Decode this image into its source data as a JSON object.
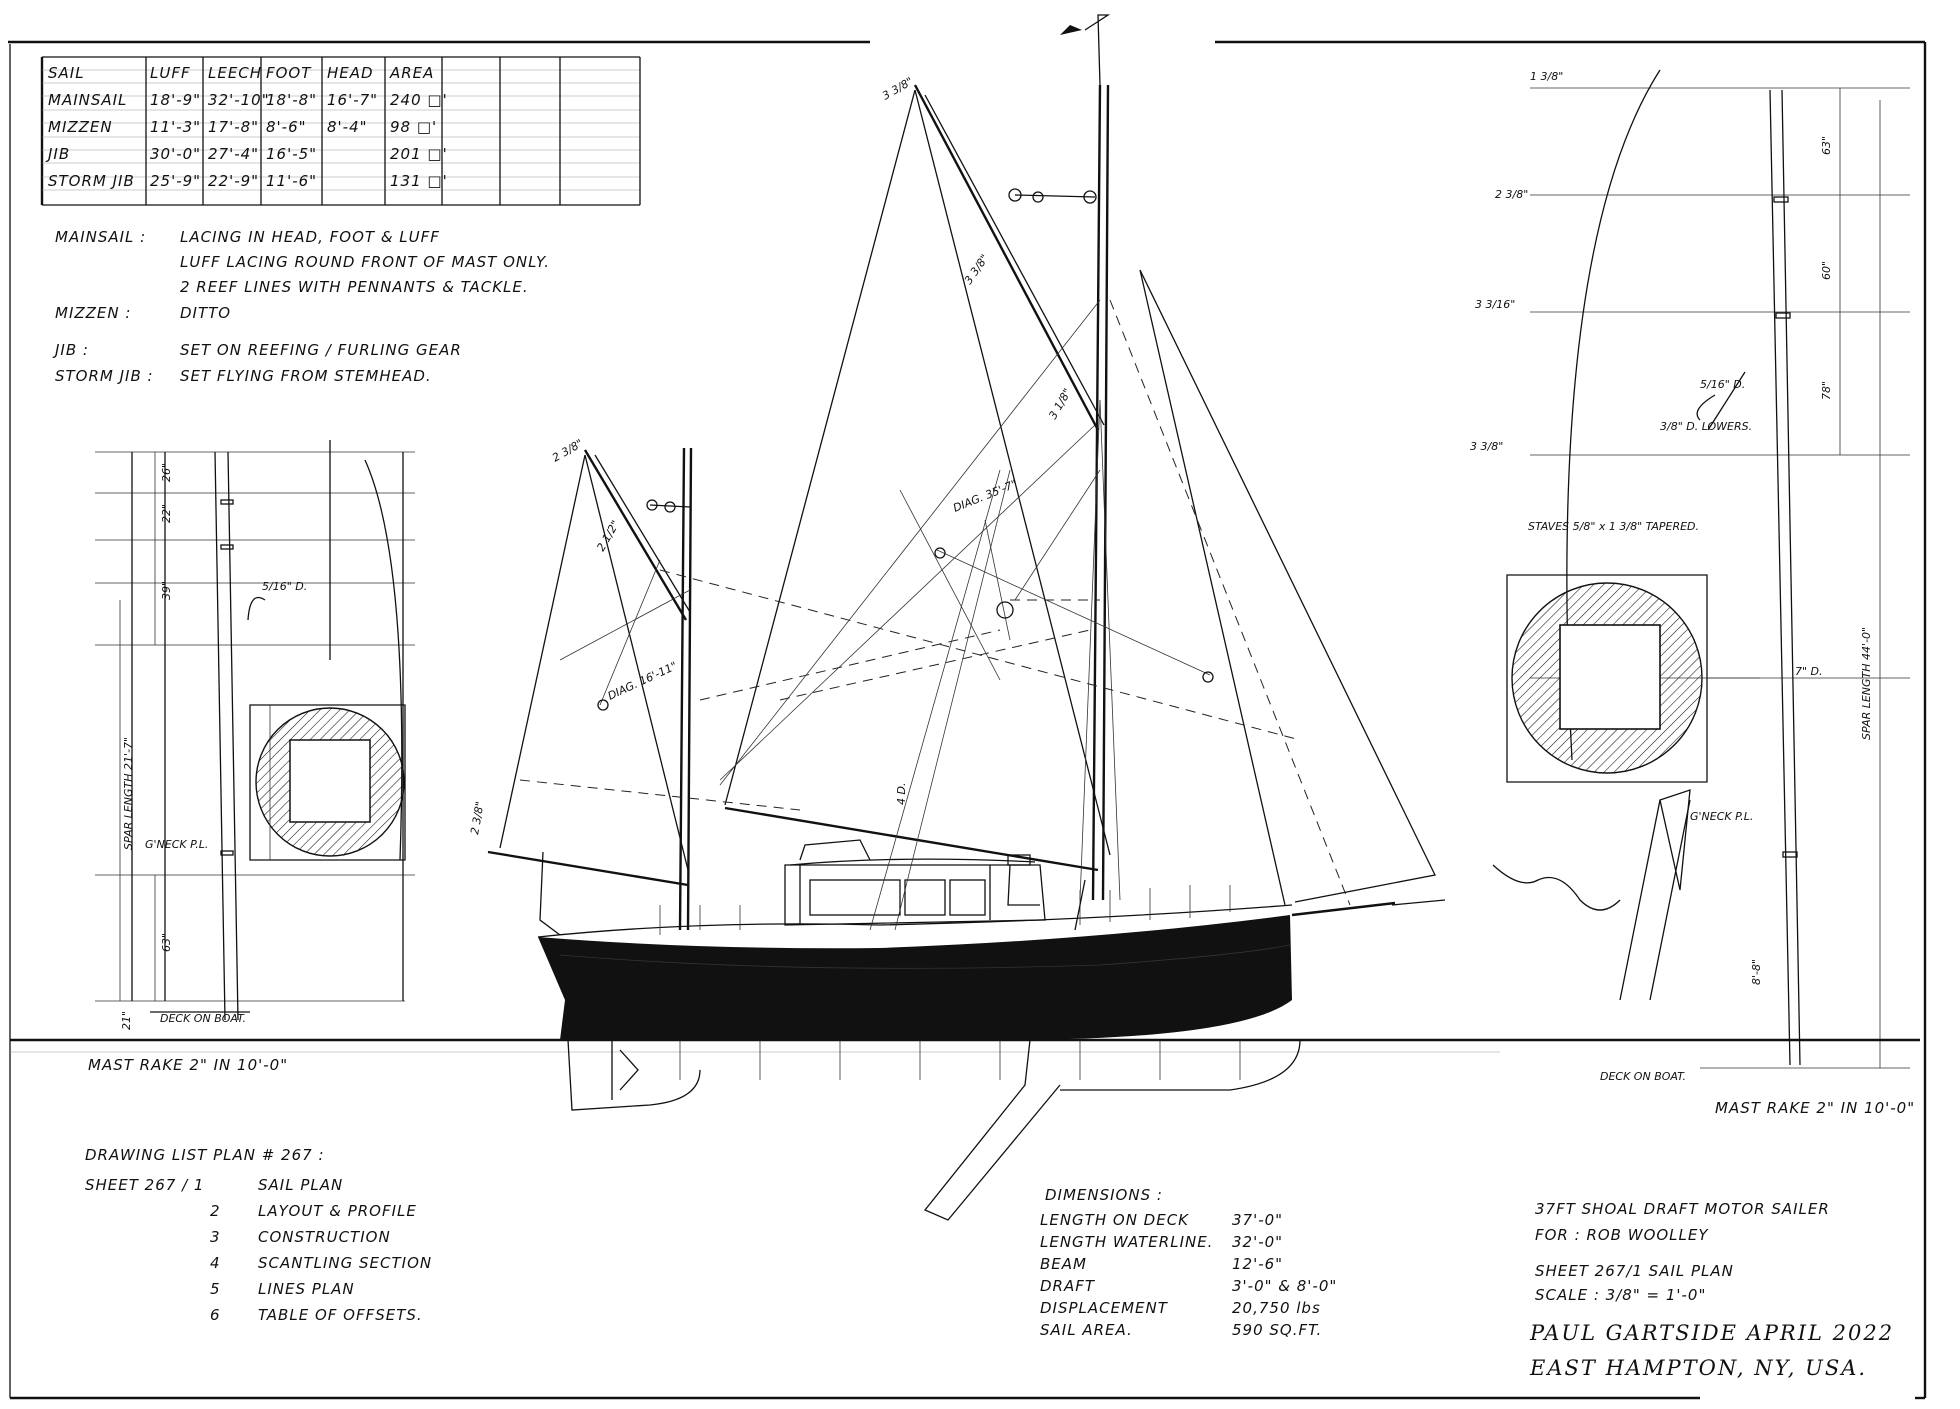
{
  "sail_table": {
    "headers": [
      "SAIL",
      "LUFF",
      "LEECH",
      "FOOT",
      "HEAD",
      "AREA"
    ],
    "rows": [
      [
        "MAINSAIL",
        "18'-9\"",
        "32'-10\"",
        "18'-8\"",
        "16'-7\"",
        "240 □'"
      ],
      [
        "MIZZEN",
        "11'-3\"",
        "17'-8\"",
        "8'-6\"",
        "8'-4\"",
        "98 □'"
      ],
      [
        "JIB",
        "30'-0\"",
        "27'-4\"",
        "16'-5\"",
        "",
        "201 □'"
      ],
      [
        "STORM JIB",
        "25'-9\"",
        "22'-9\"",
        "11'-6\"",
        "",
        "131 □'"
      ]
    ]
  },
  "sail_notes": [
    {
      "label": "MAINSAIL :",
      "lines": [
        "LACING IN HEAD, FOOT & LUFF",
        "LUFF LACING ROUND FRONT OF MAST ONLY.",
        "2 REEF LINES WITH PENNANTS & TACKLE."
      ]
    },
    {
      "label": "MIZZEN :",
      "lines": [
        "DITTO"
      ]
    },
    {
      "label": "JIB :",
      "lines": [
        "SET ON REEFING / FURLING GEAR"
      ]
    },
    {
      "label": "STORM JIB :",
      "lines": [
        "SET FLYING FROM STEMHEAD."
      ]
    }
  ],
  "mizzen_spar": {
    "dims": [
      "26\"",
      "22\"",
      "39\"",
      "63\""
    ],
    "spar_length": "SPAR LENGTH 21'-7\"",
    "wire_note": "5/16\" D.",
    "gooseneck": "G'NECK P.L.",
    "deck_note": "DECK ON BOAT.",
    "deck_dim": "21\"",
    "mast_rake": "MAST RAKE 2\" IN 10'-0\""
  },
  "main_spar": {
    "dims": [
      "63\"",
      "60\"",
      "78\""
    ],
    "diameters": [
      "1 3/8\"",
      "2 3/8\"",
      "3 3/16\"",
      "3 3/8\""
    ],
    "wire_note": "5/16\" D.",
    "lowers_note": "3/8\" D. LOWERS.",
    "staves_note": "STAVES 5/8\" x 1 3/8\" TAPERED.",
    "dia_note": "7\" D.",
    "spar_length": "SPAR LENGTH 44'-0\"",
    "gooseneck": "G'NECK P.L.",
    "deck_height": "8'-8\"",
    "deck_note": "DECK ON BOAT.",
    "mast_rake": "MAST RAKE 2\" IN 10'-0\""
  },
  "profile_labels": {
    "diag_main": "DIAG. 35'-7\"",
    "diag_mizzen": "DIAG. 16'-11\"",
    "gaff_main": "3 3/8\"",
    "gaff_mizzen": "2 3/8\"",
    "boom": "2 3/8\"",
    "yard": "3 3/8\"",
    "mizzen_top": "2 1/2\"",
    "main_mid": "3 1/8\"",
    "boom_mid": "4 D."
  },
  "drawing_list": {
    "title": "DRAWING LIST PLAN # 267 :",
    "sheet_prefix": "SHEET 267 / 1",
    "items": [
      {
        "num": "1",
        "name": "SAIL PLAN"
      },
      {
        "num": "2",
        "name": "LAYOUT & PROFILE"
      },
      {
        "num": "3",
        "name": "CONSTRUCTION"
      },
      {
        "num": "4",
        "name": "SCANTLING SECTION"
      },
      {
        "num": "5",
        "name": "LINES PLAN"
      },
      {
        "num": "6",
        "name": "TABLE OF OFFSETS."
      }
    ]
  },
  "dimensions": {
    "title": "DIMENSIONS :",
    "rows": [
      {
        "label": "LENGTH ON DECK",
        "value": "37'-0\""
      },
      {
        "label": "LENGTH WATERLINE.",
        "value": "32'-0\""
      },
      {
        "label": "BEAM",
        "value": "12'-6\""
      },
      {
        "label": "DRAFT",
        "value": "3'-0\" & 8'-0\""
      },
      {
        "label": "DISPLACEMENT",
        "value": "20,750 lbs"
      },
      {
        "label": "SAIL AREA.",
        "value": "590 SQ.FT."
      }
    ]
  },
  "title_block": {
    "line1": "37FT SHOAL DRAFT MOTOR SAILER",
    "line2": "FOR : ROB WOOLLEY",
    "line3": "SHEET 267/1 SAIL PLAN",
    "line4": "SCALE : 3/8\" = 1'-0\"",
    "line5": "PAUL GARTSIDE APRIL 2022",
    "line6": "EAST HAMPTON, NY, USA."
  }
}
